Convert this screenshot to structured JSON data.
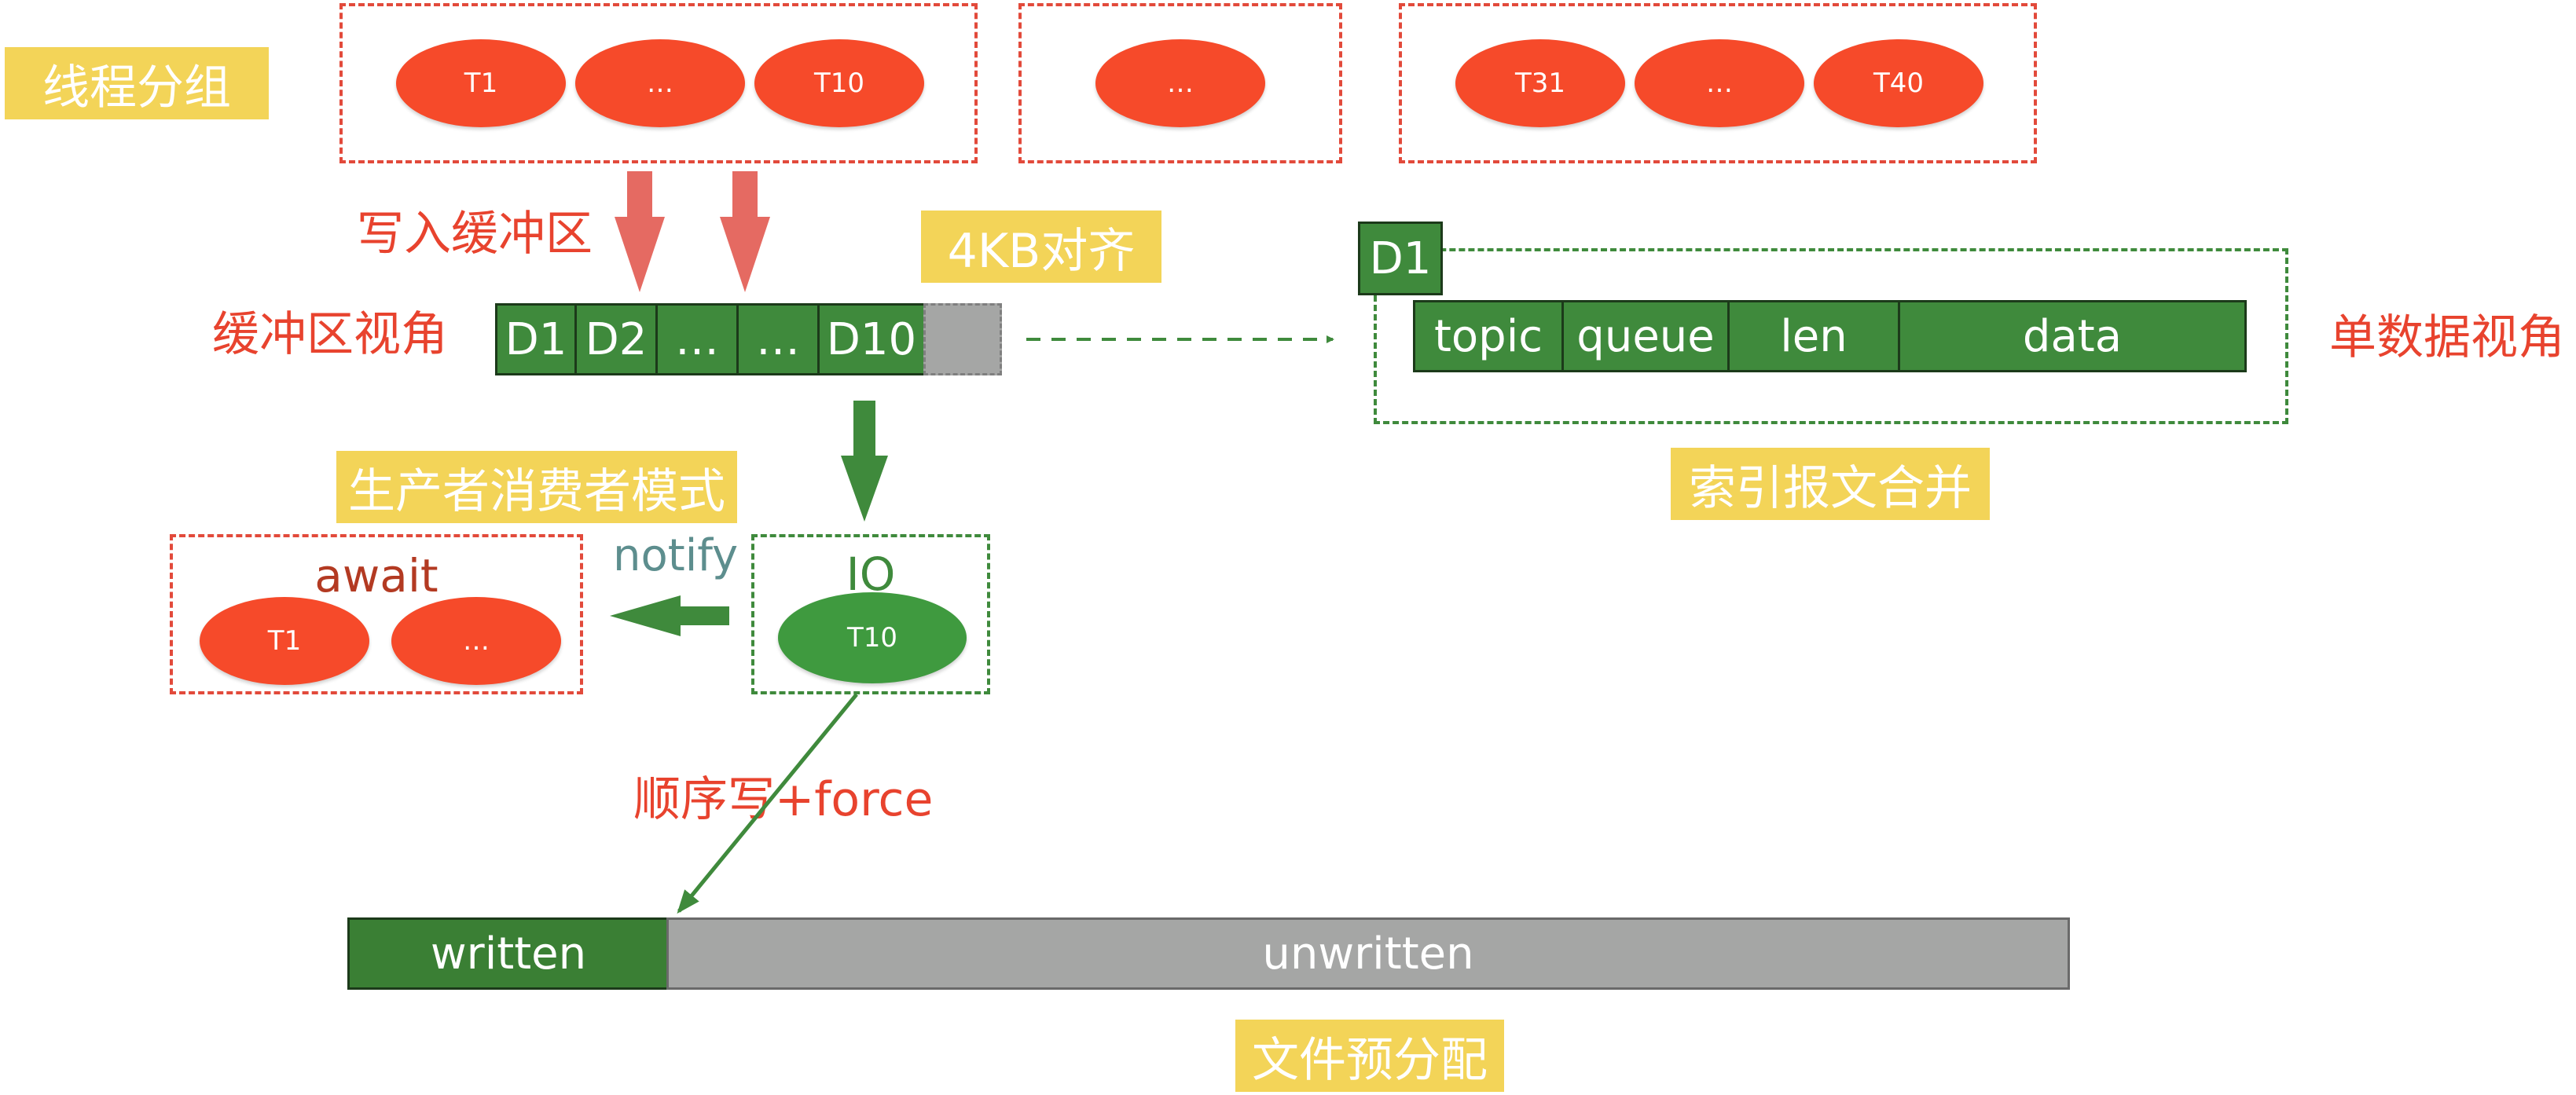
{
  "labels": {
    "thread_group": "线程分组",
    "write_buffer": "写入缓冲区",
    "align_4kb": "4KB对齐",
    "buffer_view": "缓冲区视角",
    "single_data_view": "单数据视角",
    "producer_consumer": "生产者消费者模式",
    "index_merge": "索引报文合并",
    "notify": "notify",
    "io": "IO",
    "await": "await",
    "sequential_write": "顺序写+force",
    "file_prealloc": "文件预分配"
  },
  "thread_groups": [
    {
      "threads": [
        "T1",
        "…",
        "T10"
      ]
    },
    {
      "threads": [
        "…"
      ]
    },
    {
      "threads": [
        "T31",
        "…",
        "T40"
      ]
    }
  ],
  "buffer_cells": [
    "D1",
    "D2",
    "…",
    "…",
    "D10"
  ],
  "single_data": {
    "header": "D1",
    "fields": [
      "topic",
      "queue",
      "len",
      "data"
    ]
  },
  "await_threads": [
    "T1",
    "…"
  ],
  "io_thread": "T10",
  "file": {
    "written": "written",
    "unwritten": "unwritten"
  },
  "colors": {
    "tag_bg": "#f3d458",
    "red_text": "#e8432e",
    "thread_red": "#f64a2a",
    "block_green": "#3f8a3c",
    "gray": "#a5a6a5"
  }
}
